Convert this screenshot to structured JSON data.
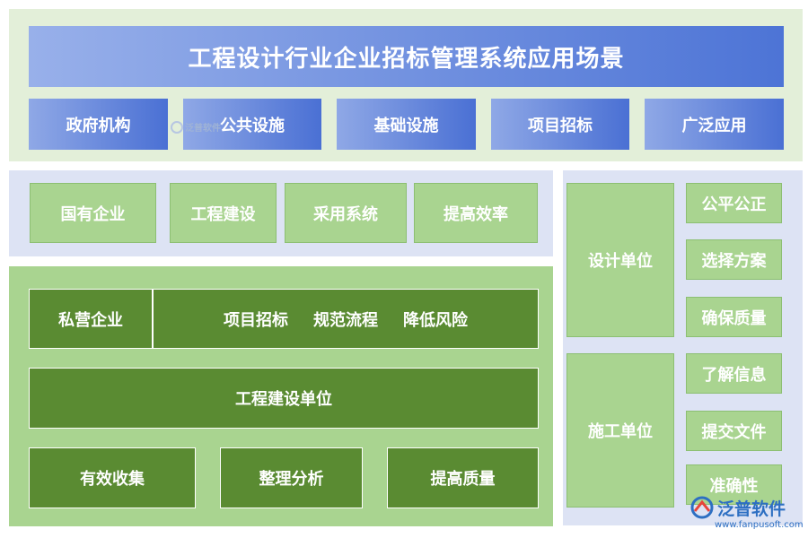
{
  "title": "工程设计行业企业招标管理系统应用场景",
  "top_categories": [
    "政府机构",
    "公共设施",
    "基础设施",
    "项目招标",
    "广泛应用"
  ],
  "state_owned": {
    "items": [
      "国有企业",
      "工程建设",
      "采用系统",
      "提高效率"
    ]
  },
  "private": {
    "label": "私营企业",
    "benefits": [
      "项目招标",
      "规范流程",
      "降低风险"
    ],
    "unit": "工程建设单位",
    "actions": [
      "有效收集",
      "整理分析",
      "提高质量"
    ]
  },
  "design_unit": {
    "label": "设计单位",
    "items": [
      "公平公正",
      "选择方案",
      "确保质量"
    ]
  },
  "construction_unit": {
    "label": "施工单位",
    "items": [
      "了解信息",
      "提交文件",
      "准确性"
    ]
  },
  "watermark": "泛普软件",
  "logo": {
    "name": "泛普软件",
    "url": "www.fanpusoft.com"
  },
  "colors": {
    "blue_gradient_start": "#8fa8e6",
    "blue_gradient_end": "#4a70d4",
    "light_green": "#a9d490",
    "dark_green": "#5a8b32",
    "pale_green_panel": "#e3efd9",
    "pale_blue_panel": "#dde3f4"
  }
}
